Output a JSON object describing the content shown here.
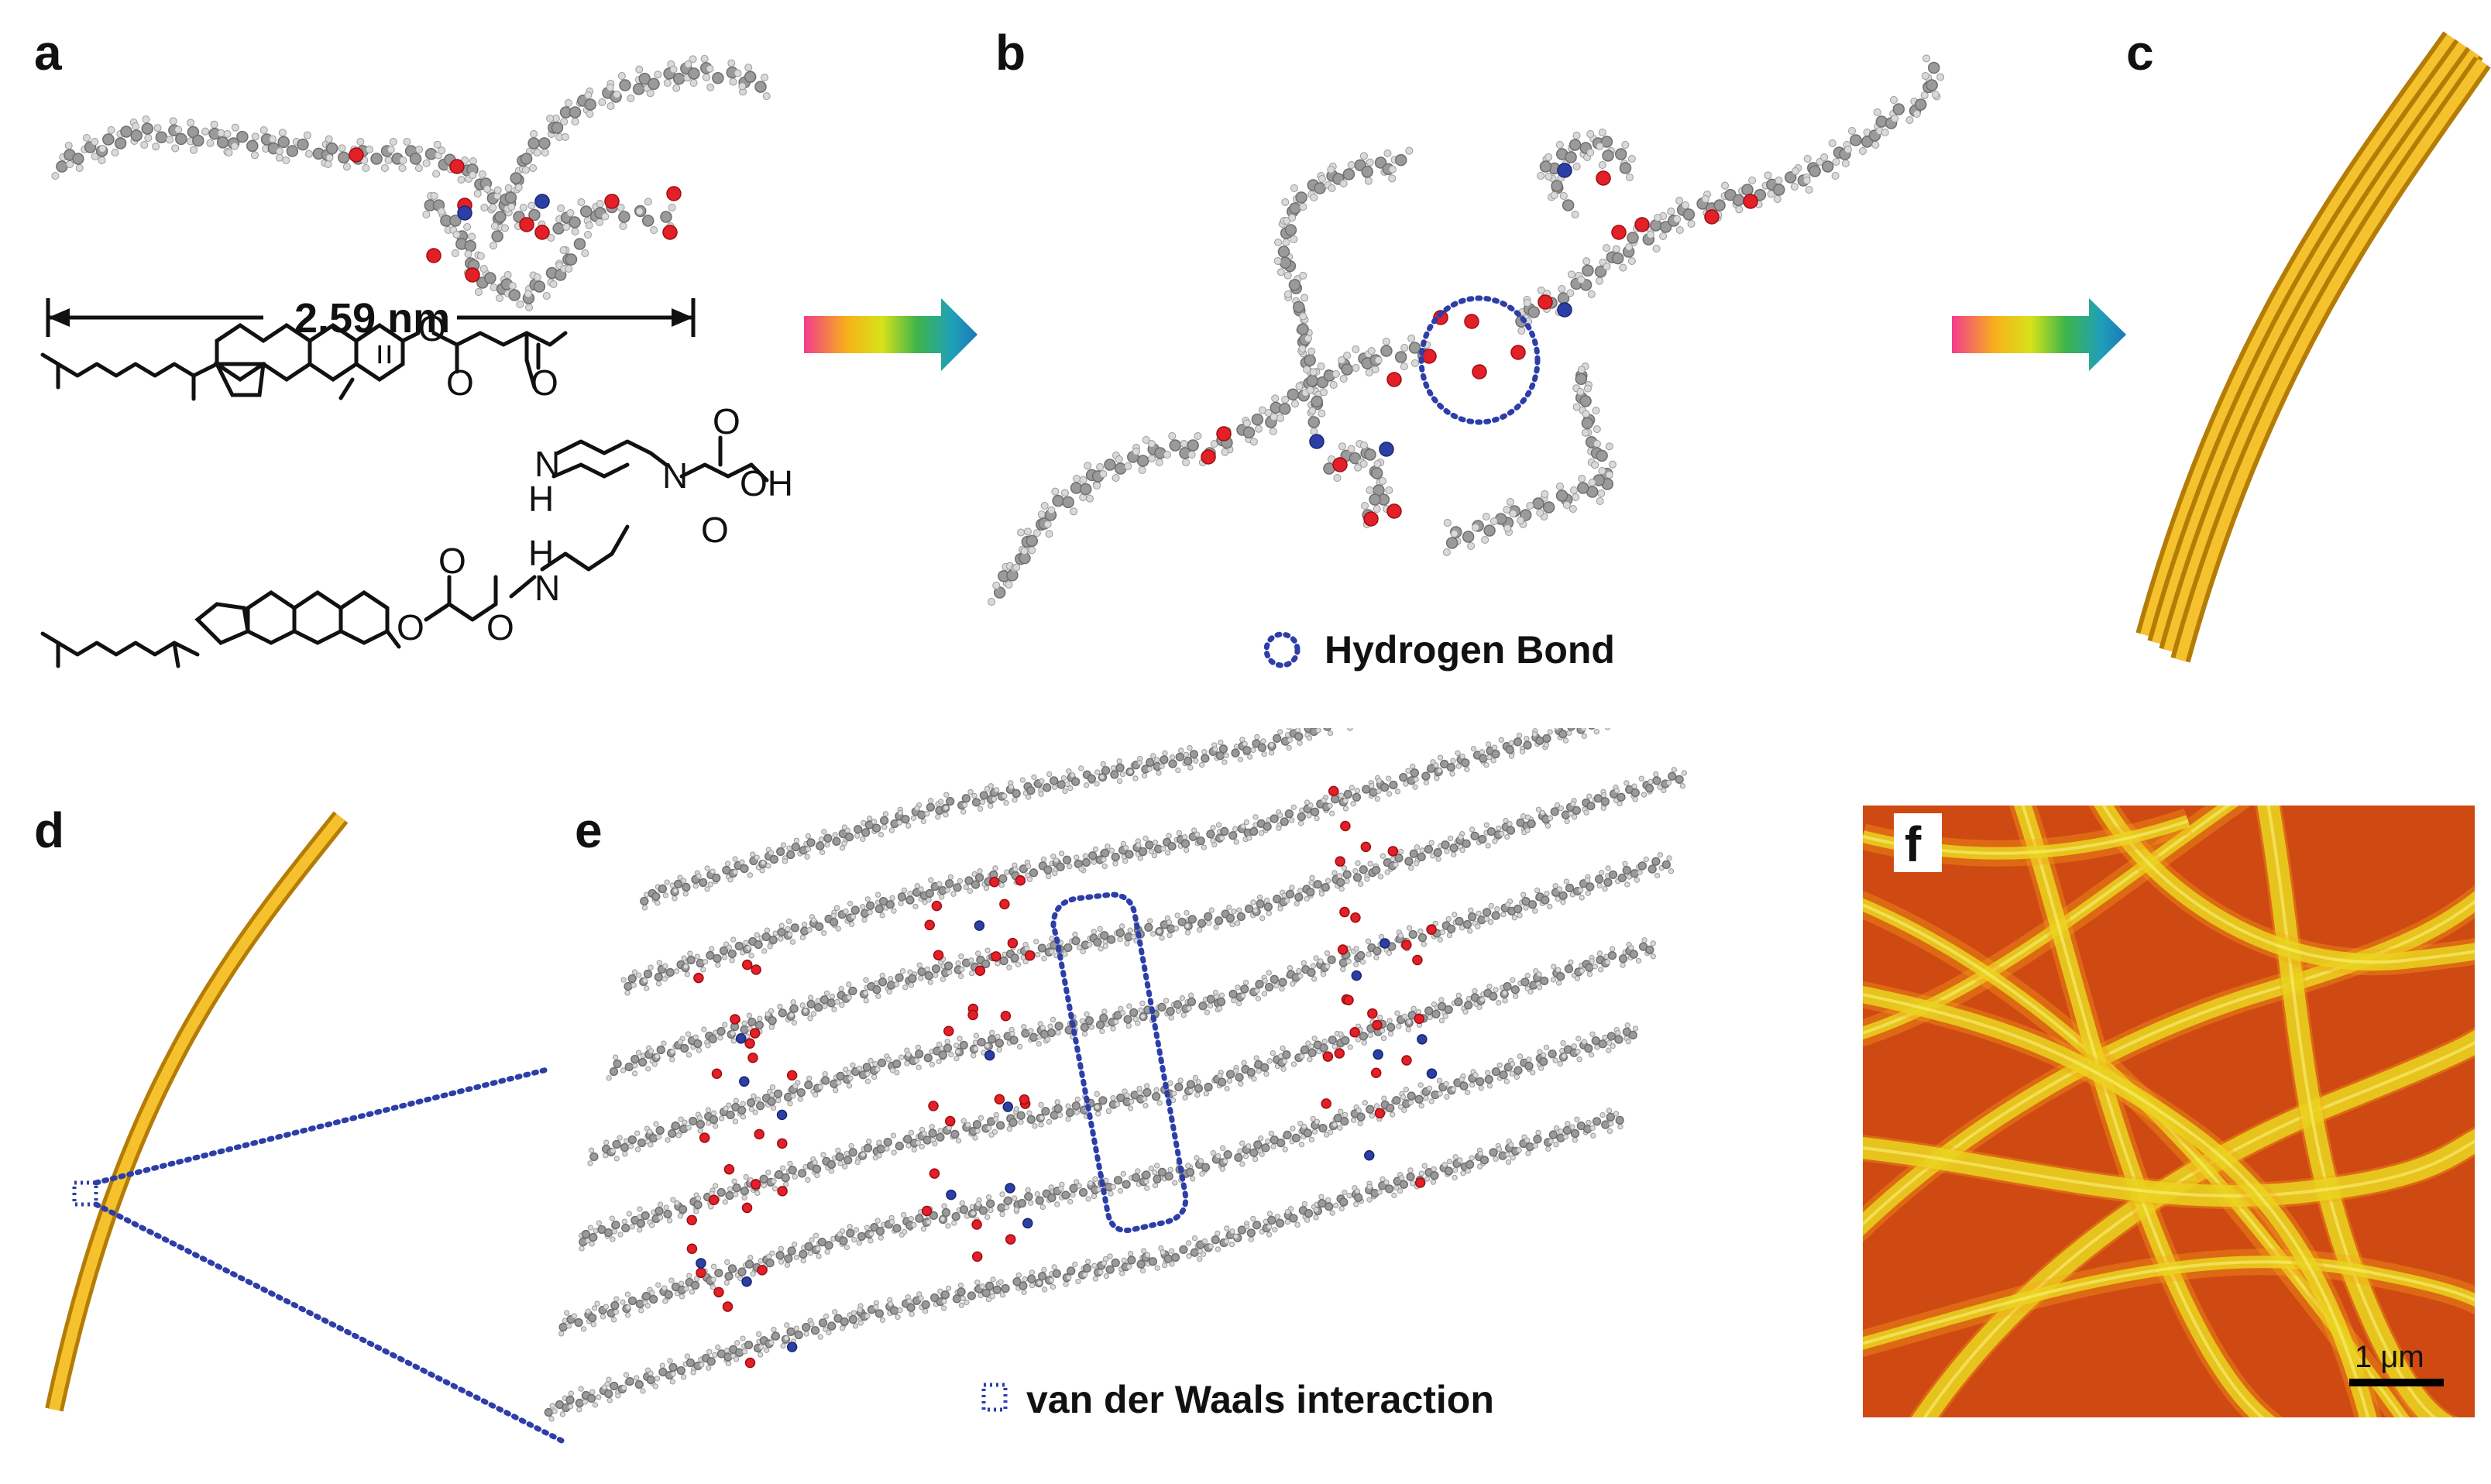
{
  "panels": {
    "a": "a",
    "b": "b",
    "c": "c",
    "d": "d",
    "e": "e",
    "f": "f"
  },
  "panel_a": {
    "length_label": "2.59 nm",
    "equals_sign": "=",
    "chem_labels": {
      "O_top": "O",
      "O_ester_top": "O",
      "O_amide_top": "O",
      "NH_top_N": "N",
      "NH_top_H": "H",
      "N_center": "N",
      "O_acid_carbonyl_top": "O",
      "OH": "OH",
      "O_acid_bottom": "O",
      "H_bottom": "H",
      "N_bottom": "N",
      "O_ester_bottom_carbonyl": "O",
      "O_amide_bottom": "O",
      "O_bottom": "O"
    }
  },
  "panel_b": {
    "legend_label": "Hydrogen  Bond"
  },
  "panel_e": {
    "legend_label": "van der Waals interaction"
  },
  "panel_f": {
    "scale_bar_label": "1 μm"
  },
  "colors": {
    "fiber": "#f2b41c",
    "fiber_dark": "#c98a08",
    "dotted": "#2d3ea8",
    "oxygen": "#e32027",
    "nitrogen": "#2c3fa6",
    "carbon": "#9a9a9a",
    "hydrogen": "#d9d9d9",
    "afm_background": "#cf4a12",
    "afm_fiber": "#e3d01c"
  },
  "icons": [
    "rainbow-arrow-icon",
    "dotted-circle-legend-icon",
    "dotted-square-legend-icon"
  ]
}
